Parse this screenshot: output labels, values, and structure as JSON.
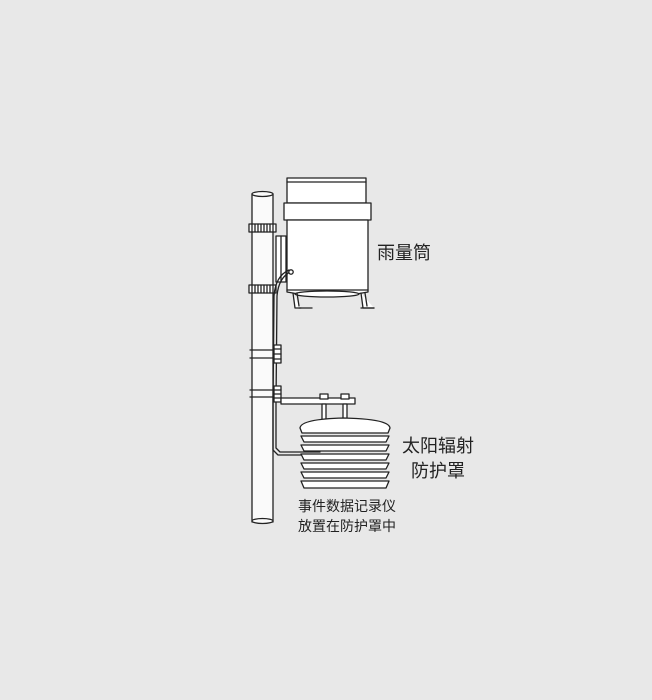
{
  "labels": {
    "rain_gauge": "雨量筒",
    "radiation_shield": {
      "line1": "太阳辐射",
      "line2": "防护罩"
    },
    "logger_note": {
      "line1": "事件数据记录仪",
      "line2": "放置在防护罩中"
    }
  },
  "colors": {
    "background": "#e8e8e8",
    "stroke": "#222222",
    "fill": "#ffffff"
  }
}
